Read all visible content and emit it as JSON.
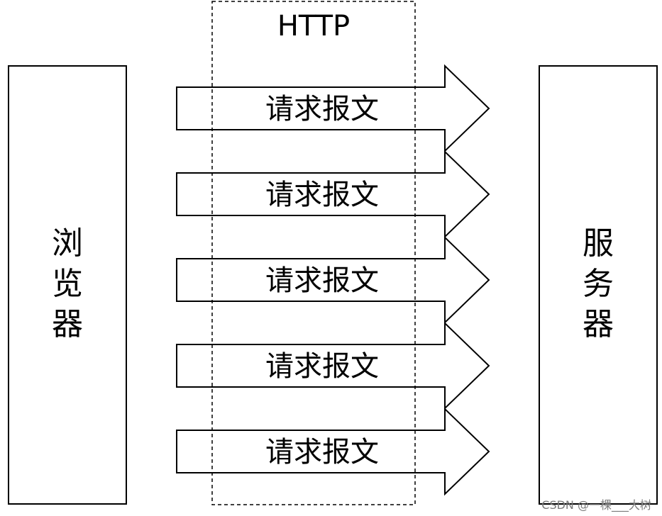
{
  "diagram": {
    "browser": {
      "label": "浏览器",
      "chars": [
        "浏",
        "览",
        "器"
      ]
    },
    "server": {
      "label": "服务器",
      "chars": [
        "服",
        "务",
        "器"
      ]
    },
    "protocol": {
      "label": "HTTP"
    },
    "messages": [
      {
        "label": "请求报文"
      },
      {
        "label": "请求报文"
      },
      {
        "label": "请求报文"
      },
      {
        "label": "请求报文"
      },
      {
        "label": "请求报文"
      }
    ],
    "watermark": "CSDN @一棵___大树"
  }
}
